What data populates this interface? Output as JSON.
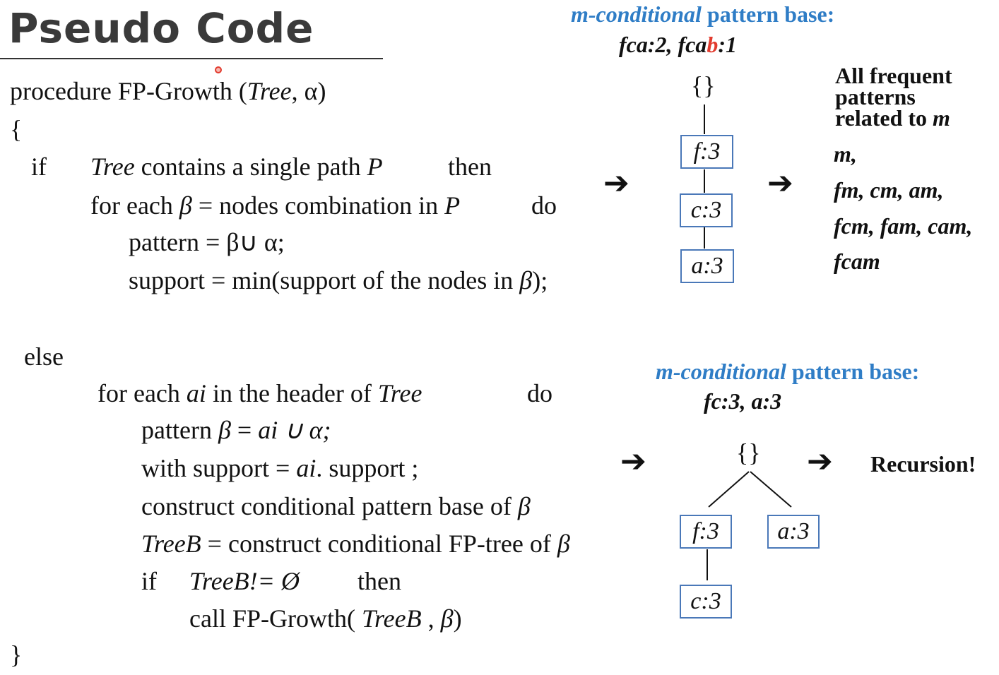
{
  "title": "Pseudo Code",
  "code": {
    "line1_a": "procedure  FP-Growth (",
    "line1_tree": "Tree",
    "line1_b": ", α)",
    "open_brace": "{",
    "if_kw": "if",
    "if_tree": "Tree",
    "if_mid": " contains a single path ",
    "if_p": "P",
    "if_then": "then",
    "for1_a": "for each ",
    "for1_beta": "β",
    "for1_b": " = nodes combination in ",
    "for1_p": "P",
    "for1_do": "do",
    "pattern1": "pattern = β∪ α;",
    "support1_a": "support = min(support of the nodes in ",
    "support1_beta": "β",
    "support1_b": ");",
    "else_kw": "else",
    "for2_a": "for each ",
    "for2_ai": "ai",
    "for2_b": " in the header of ",
    "for2_tree": "Tree",
    "for2_do": "do",
    "pattern2_a": "pattern ",
    "pattern2_beta": "β",
    "pattern2_b": " = ",
    "pattern2_ai": "ai",
    "pattern2_c": " ∪  α;",
    "with_a": "with support =  ",
    "with_ai": "ai",
    "with_b": ". support ;",
    "construct1_a": "construct conditional pattern base of ",
    "construct1_beta": "β",
    "treeb_name": "TreeB",
    "treeb_a": " = construct conditional FP-tree of ",
    "treeb_beta": "β",
    "if2_kw": "if",
    "if2_treeb": "TreeB",
    "if2_op": "!= Ø",
    "if2_then": "then",
    "call_a": "call FP-Growth( ",
    "call_treeb": "TreeB",
    "call_b": " , ",
    "call_beta": "β",
    "call_c": ")",
    "close_brace": "}"
  },
  "top_diagram": {
    "pb_title_italic": "m-conditional",
    "pb_title_rest": " pattern base:",
    "pb_items_a": "fca:2,  fca",
    "pb_items_hl": "b",
    "pb_items_b": ":1",
    "root": "{}",
    "nodes": [
      "f:3",
      "c:3",
      "a:3"
    ],
    "arrow_in": "➔",
    "arrow_out": "➔",
    "side_header": [
      "All frequent",
      "patterns",
      "related to"
    ],
    "side_header_m": "m",
    "patterns": [
      "m,",
      "fm, cm, am,",
      "fcm, fam, cam,",
      "fcam"
    ]
  },
  "bottom_diagram": {
    "pb_title_italic": "m-conditional",
    "pb_title_rest": " pattern base:",
    "pb_items": "fc:3,  a:3",
    "root": "{}",
    "nodes": [
      "f:3",
      "a:3",
      "c:3"
    ],
    "arrow_in": "➔",
    "arrow_out": "➔",
    "result": "Recursion!"
  },
  "colors": {
    "accent_blue": "#2f7dc6",
    "node_border": "#4a78b8",
    "highlight_red": "#e23b2e"
  }
}
